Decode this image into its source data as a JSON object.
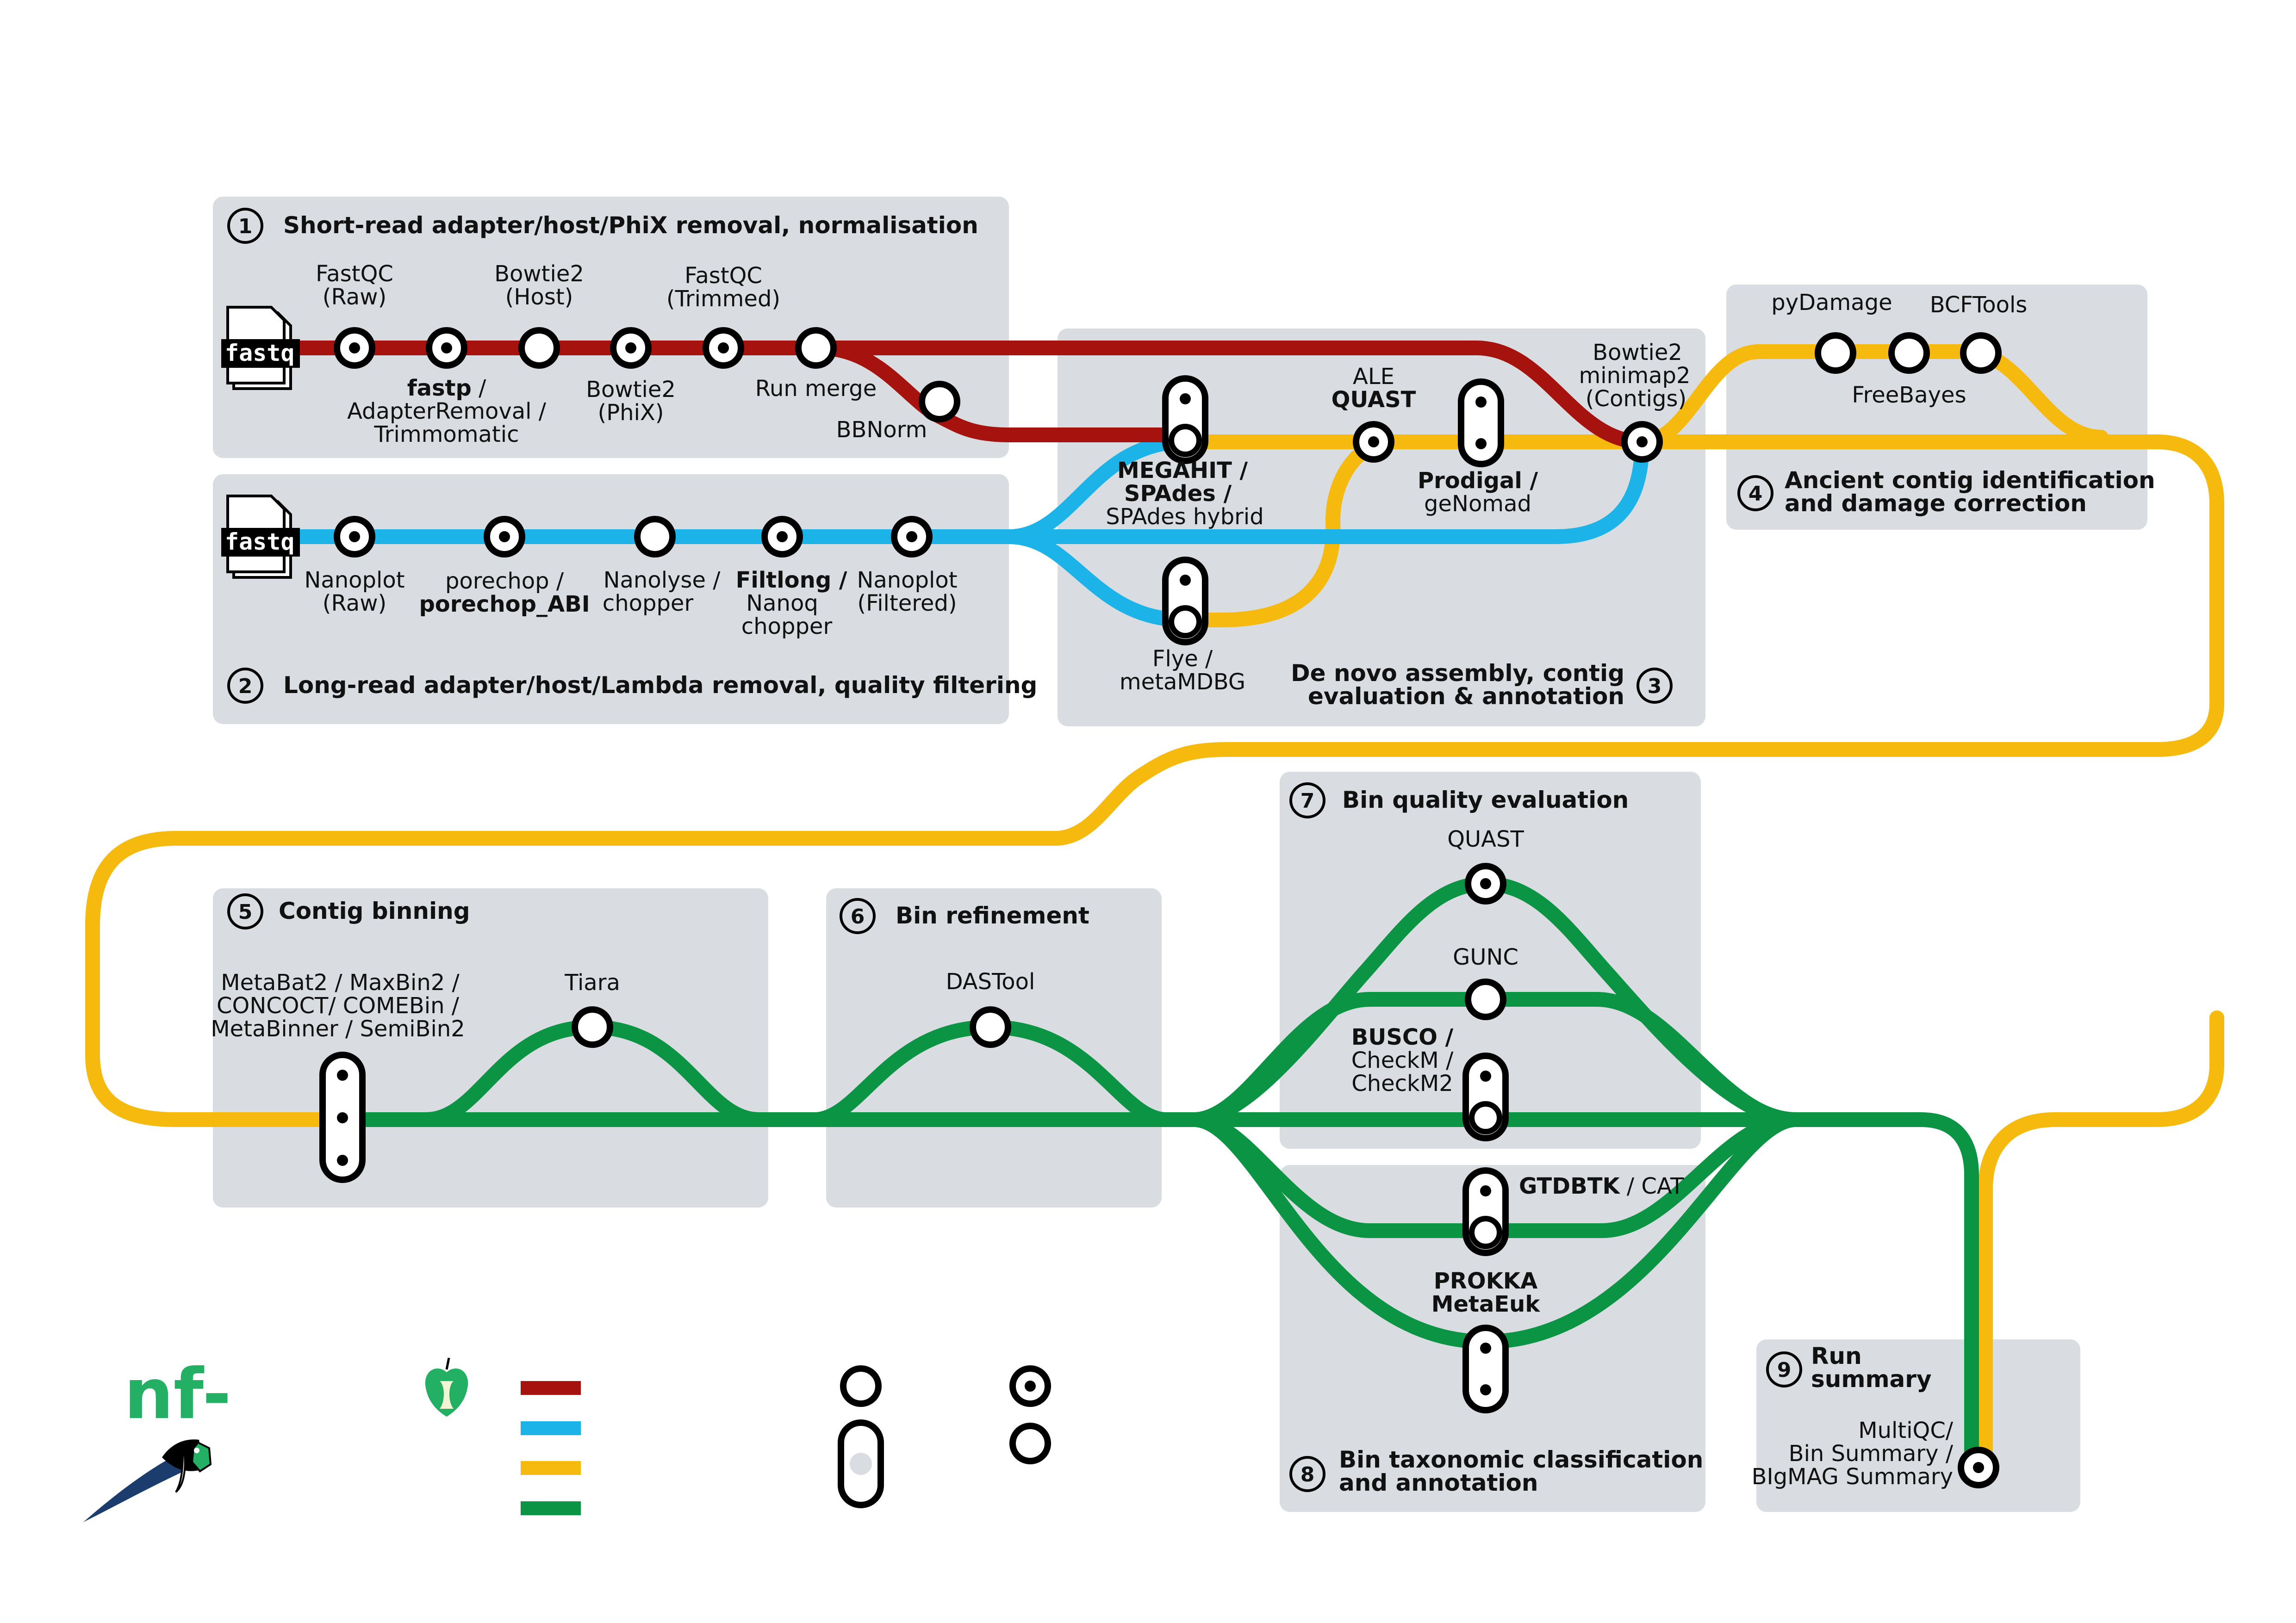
{
  "colors": {
    "short_read": "#A6120E",
    "long_read": "#1BB3E8",
    "assembly": "#F6B90E",
    "binning": "#0B9444",
    "box": "#D9DCE0"
  },
  "sections": [
    {
      "num": "1",
      "title": "Short-read adapter/host/PhiX removal, normalisation"
    },
    {
      "num": "2",
      "title": "Long-read adapter/host/Lambda removal, quality filtering"
    },
    {
      "num": "3",
      "title_line1": "De novo assembly, contig",
      "title_line2": "evaluation & annotation"
    },
    {
      "num": "4",
      "title_line1": "Ancient contig identification",
      "title_line2": "and damage correction"
    },
    {
      "num": "5",
      "title": "Contig binning"
    },
    {
      "num": "6",
      "title": "Bin refinement"
    },
    {
      "num": "7",
      "title": "Bin quality evaluation"
    },
    {
      "num": "8",
      "title_line1": "Bin taxonomic classification",
      "title_line2": "and annotation"
    },
    {
      "num": "9",
      "title_line1": "Run",
      "title_line2": "summary"
    }
  ],
  "inputs": {
    "short": "fastq",
    "long": "fastq"
  },
  "labels": {
    "fastqc_raw": [
      "FastQC",
      "(Raw)"
    ],
    "bowtie2_host": [
      "Bowtie2",
      "(Host)"
    ],
    "fastqc_trimmed": [
      "FastQC",
      "(Trimmed)"
    ],
    "fastp_bold": "fastp",
    "fastp_rest": " /",
    "adapterremoval": "AdapterRemoval /",
    "trimmomatic": "Trimmomatic",
    "bowtie2_phix": [
      "Bowtie2",
      "(PhiX)"
    ],
    "run_merge": "Run merge",
    "bbnorm": "BBNorm",
    "nanoplot_raw": [
      "Nanoplot",
      "(Raw)"
    ],
    "porechop": "porechop /",
    "porechop_abi": "porechop_ABI",
    "nanolyse": [
      "Nanolyse /",
      "chopper"
    ],
    "filtlong_bold": "Filtlong /",
    "nanoq": [
      "Nanoq",
      "chopper"
    ],
    "nanoplot_filtered": [
      "Nanoplot",
      "(Filtered)"
    ],
    "megahit": [
      "MEGAHIT /",
      "SPAdes /"
    ],
    "spades_hybrid": "SPAdes hybrid",
    "flye": [
      "Flye /",
      "metaMDBG"
    ],
    "ale": "ALE",
    "quast_assembly": "QUAST",
    "prodigal": "Prodigal /",
    "genomad": "geNomad",
    "bowtie2_contigs": [
      "Bowtie2",
      "minimap2",
      "(Contigs)"
    ],
    "pydamage": "pyDamage",
    "bcftools": "BCFTools",
    "freebayes": "FreeBayes",
    "metabat": [
      "MetaBat2 / MaxBin2 /",
      "CONCOCT/ COMEBin /",
      "MetaBinner / SemiBin2"
    ],
    "tiara": "Tiara",
    "dastool": "DASTool",
    "quast_bins": "QUAST",
    "gunc": "GUNC",
    "busco": "BUSCO /",
    "checkm": [
      "CheckM /",
      "CheckM2"
    ],
    "gtdbtk_bold": "GTDBTK",
    "gtdbtk_rest": " / CAT",
    "prokka": [
      "PROKKA",
      "MetaEuk"
    ],
    "multiqc": [
      "MultiQC/",
      "Bin Summary /",
      "BIgMAG Summary"
    ]
  },
  "logo": {
    "text": "nf-"
  }
}
